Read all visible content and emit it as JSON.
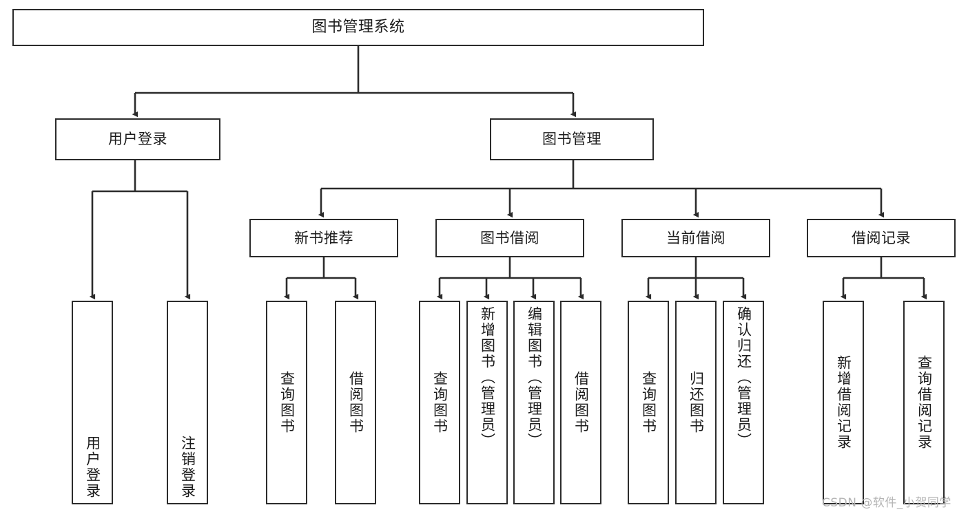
{
  "diagram": {
    "title": "图书管理系统",
    "type": "tree-hierarchy-chart",
    "line_color": "#2b2b2b",
    "box_fill": "#ffffff",
    "text_color": "#1c1c1c"
  },
  "nodes": {
    "root": {
      "label": "图书管理系统"
    },
    "level2": [
      {
        "id": "user-login",
        "label": "用户登录"
      },
      {
        "id": "book-manage",
        "label": "图书管理"
      }
    ],
    "level3": [
      {
        "id": "new-book-recommend",
        "label": "新书推荐"
      },
      {
        "id": "book-borrow",
        "label": "图书借阅"
      },
      {
        "id": "current-borrow",
        "label": "当前借阅"
      },
      {
        "id": "borrow-record",
        "label": "借阅记录"
      }
    ],
    "leaves": {
      "user_login": [
        {
          "id": "leaf-user-login",
          "label": "用户登录"
        },
        {
          "id": "leaf-logout-login",
          "label": "注销登录"
        }
      ],
      "new_book_recommend": [
        {
          "id": "leaf-query-book-1",
          "label": "查询图书"
        },
        {
          "id": "leaf-borrow-book-1",
          "label": "借阅图书"
        }
      ],
      "book_borrow": [
        {
          "id": "leaf-query-book-2",
          "label": "查询图书"
        },
        {
          "id": "leaf-add-book",
          "label": "新增图书（管理员）"
        },
        {
          "id": "leaf-edit-book",
          "label": "编辑图书（管理员）"
        },
        {
          "id": "leaf-borrow-book-2",
          "label": "借阅图书"
        }
      ],
      "current_borrow": [
        {
          "id": "leaf-query-book-3",
          "label": "查询图书"
        },
        {
          "id": "leaf-return-book",
          "label": "归还图书"
        },
        {
          "id": "leaf-confirm-return",
          "label": "确认归还（管理员）"
        }
      ],
      "borrow_record": [
        {
          "id": "leaf-add-record",
          "label": "新增借阅记录"
        },
        {
          "id": "leaf-query-record",
          "label": "查询借阅记录"
        }
      ]
    }
  },
  "watermark": {
    "text": "CSDN @软件_小贺同学"
  }
}
